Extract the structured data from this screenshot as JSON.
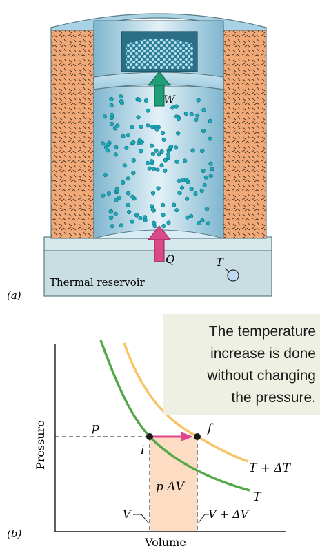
{
  "part_a": {
    "panel_label": "(a)",
    "reservoir_label": "Thermal reservoir",
    "work_label": "W",
    "heat_label": "Q",
    "temperature_label": "T"
  },
  "part_b": {
    "panel_label": "(b)",
    "note_lines": [
      "The temperature",
      "increase is done",
      "without changing",
      "the pressure."
    ],
    "ylabel": "Pressure",
    "xlabel": "Volume",
    "pressure_label": "p",
    "initial_label": "i",
    "final_label": "f",
    "area_label": "p ΔV",
    "v_label": "V",
    "v_plus_label": "V + ΔV",
    "isotherm_T_label": "T",
    "isotherm_TdT_label": "T + ΔT"
  },
  "colors": {
    "isotherm_T": "#55a84a",
    "isotherm_TdT": "#f7c568",
    "process_arrow": "#e0468f",
    "work_arrow": "#1f9d77",
    "heat_arrow": "#d94a87",
    "work_area": "#fcdcc2",
    "insulation": "#f0a977",
    "cylinder": "#8fc6de",
    "molecule": "#1ba8b8",
    "reservoir": "#c9dee2",
    "note_bg": "#eef0e3"
  }
}
